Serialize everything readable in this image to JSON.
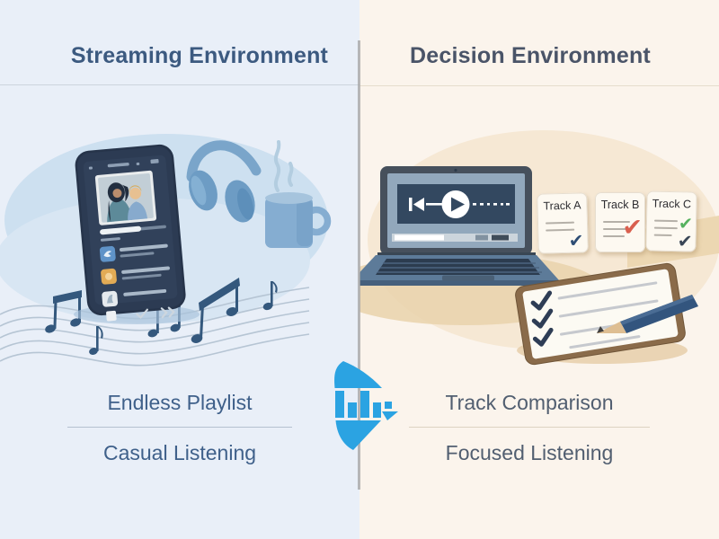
{
  "header": {
    "left_title": "Streaming Environment",
    "right_title": "Decision Environment"
  },
  "left_panel": {
    "caption_primary": "Endless Playlist",
    "caption_secondary": "Casual Listening"
  },
  "right_panel": {
    "caption_primary": "Track Comparison",
    "caption_secondary": "Focused Listening",
    "track_cards": [
      {
        "label": "Track A",
        "checks": [
          "navy"
        ]
      },
      {
        "label": "Track B",
        "checks": [
          "red"
        ]
      },
      {
        "label": "Track C",
        "checks": [
          "green",
          "navy"
        ]
      }
    ]
  },
  "icons": {
    "center": "piano-play-logo",
    "left": [
      "smartphone-music-player",
      "headphones",
      "coffee-mug",
      "music-notes-staff"
    ],
    "right": [
      "laptop-video-player",
      "skip-back",
      "play-button",
      "checklist-clipboard",
      "pencil"
    ]
  },
  "colors": {
    "left_bg": "#e9eff8",
    "right_bg": "#fbf4ec",
    "left_title": "#3c5a80",
    "right_title": "#4a5468",
    "left_caption": "#3f608a",
    "right_caption": "#515e70",
    "divider_gray": "#a3a3a3",
    "logo_blue": "#2ba3e2",
    "check_navy": "#2e4d74",
    "check_red": "#d95f4e",
    "check_green": "#56b15e",
    "card_bg": "#fdf9f1"
  }
}
